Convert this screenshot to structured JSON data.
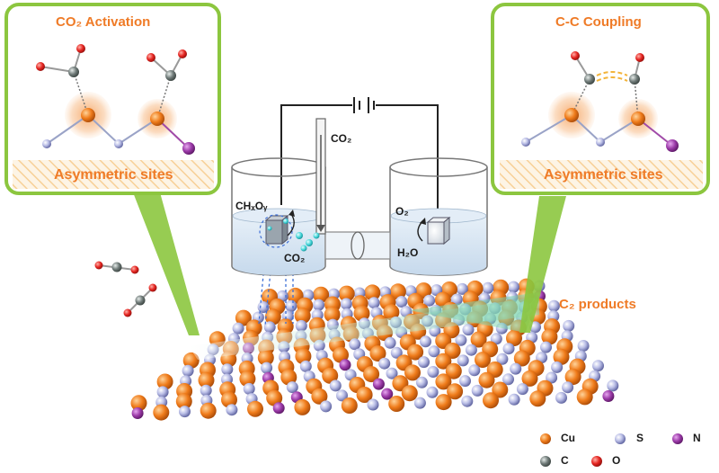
{
  "left_panel": {
    "title": "CO₂ Activation",
    "subtitle": "Asymmetric sites"
  },
  "right_panel": {
    "title": "C-C Coupling",
    "subtitle": "Asymmetric sites"
  },
  "cell": {
    "co2_inlet_label": "CO₂",
    "cathode_product_label": "CHₓOᵧ",
    "cathode_reactant_label": "CO₂",
    "anode_product_label": "O₂",
    "anode_reactant_label": "H₂O"
  },
  "surface": {
    "products_label": "C₂ products"
  },
  "legend": [
    {
      "symbol": "Cu",
      "color": "#ef7b1a"
    },
    {
      "symbol": "S",
      "color": "#b9bde6"
    },
    {
      "symbol": "N",
      "color": "#9b3aa8"
    },
    {
      "symbol": "C",
      "color": "#6f7a78"
    },
    {
      "symbol": "O",
      "color": "#e52521"
    }
  ],
  "colors": {
    "panel_border": "#8cc63f",
    "accent_orange": "#ef7b27",
    "electrolyte": "#dbe9f5"
  }
}
